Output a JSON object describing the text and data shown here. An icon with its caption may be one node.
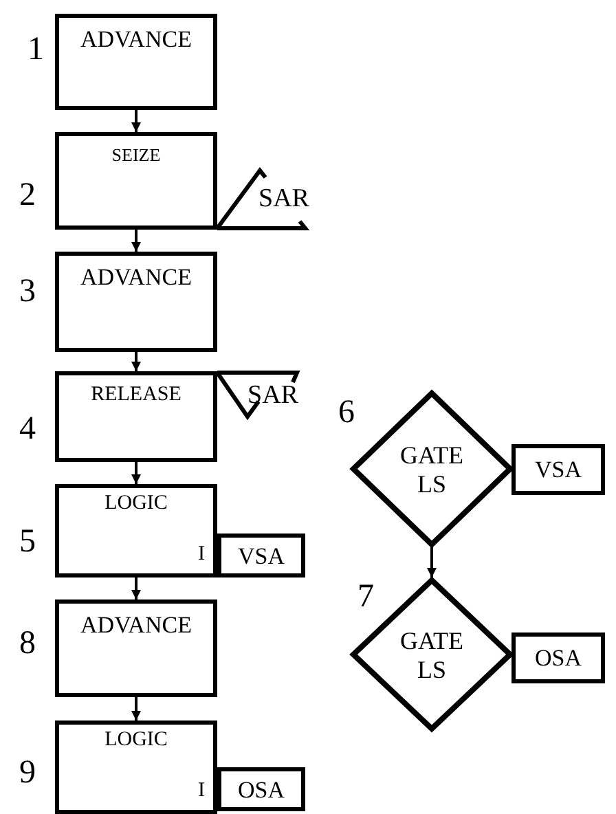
{
  "diagram": {
    "nodes": [
      {
        "text": [
          "ADVANCE"
        ],
        "beside": [
          "1"
        ]
      },
      {
        "text": [
          "SEIZE"
        ],
        "beside": [
          "2",
          "SAR"
        ]
      },
      {
        "text": [
          "ADVANCE"
        ],
        "beside": [
          "3"
        ]
      },
      {
        "text": [
          "RELEASE"
        ],
        "beside": [
          "4",
          "SAR"
        ]
      },
      {
        "text": [
          "LOGIC",
          "I"
        ],
        "beside": [
          "5"
        ]
      },
      {
        "text": [
          "VSA"
        ]
      },
      {
        "text": [
          "ADVANCE"
        ],
        "beside": [
          "8"
        ]
      },
      {
        "text": [
          "LOGIC",
          "I"
        ],
        "beside": [
          "9"
        ]
      },
      {
        "text": [
          "OSA"
        ]
      },
      {
        "text": [
          "GATE LS"
        ],
        "beside": [
          "6"
        ]
      },
      {
        "text": [
          "VSA"
        ]
      },
      {
        "text": [
          "GATE LS"
        ],
        "beside": [
          "7"
        ]
      },
      {
        "text": [
          "OSA"
        ]
      }
    ],
    "edges": [
      {
        "from": 0,
        "to": 1,
        "arrow": "to"
      },
      {
        "from": 1,
        "to": 2,
        "arrow": "to"
      },
      {
        "from": 2,
        "to": 3,
        "arrow": "to"
      },
      {
        "from": 3,
        "to": 4,
        "arrow": "to"
      },
      {
        "from": 4,
        "to": 6,
        "arrow": "to"
      },
      {
        "from": 6,
        "to": 7,
        "arrow": "to"
      },
      {
        "from": 9,
        "to": 11,
        "arrow": "to"
      }
    ]
  }
}
